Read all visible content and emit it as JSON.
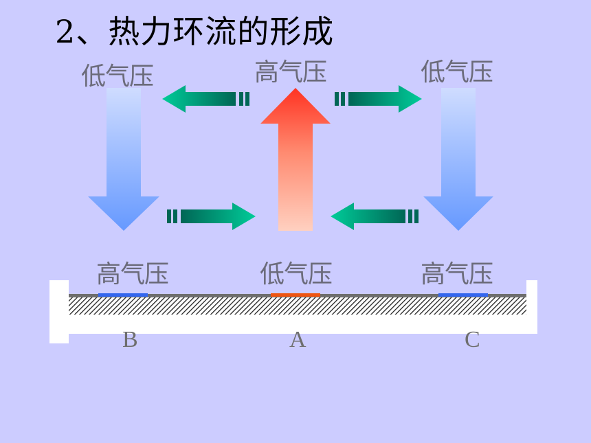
{
  "title": "2、热力环流的形成",
  "upper": {
    "left": "低气压",
    "center": "高气压",
    "right": "低气压"
  },
  "lower": {
    "left": "高气压",
    "center": "低气压",
    "right": "高气压"
  },
  "points": {
    "b": "B",
    "a": "A",
    "c": "C"
  },
  "colors": {
    "background": "#ccccff",
    "hot_arrow": "#ff3322",
    "cold_arrow": "#6699ff",
    "wind_arrow": "#00aa88",
    "cold_surface": "#3366ee",
    "hot_surface": "#ee5511"
  }
}
